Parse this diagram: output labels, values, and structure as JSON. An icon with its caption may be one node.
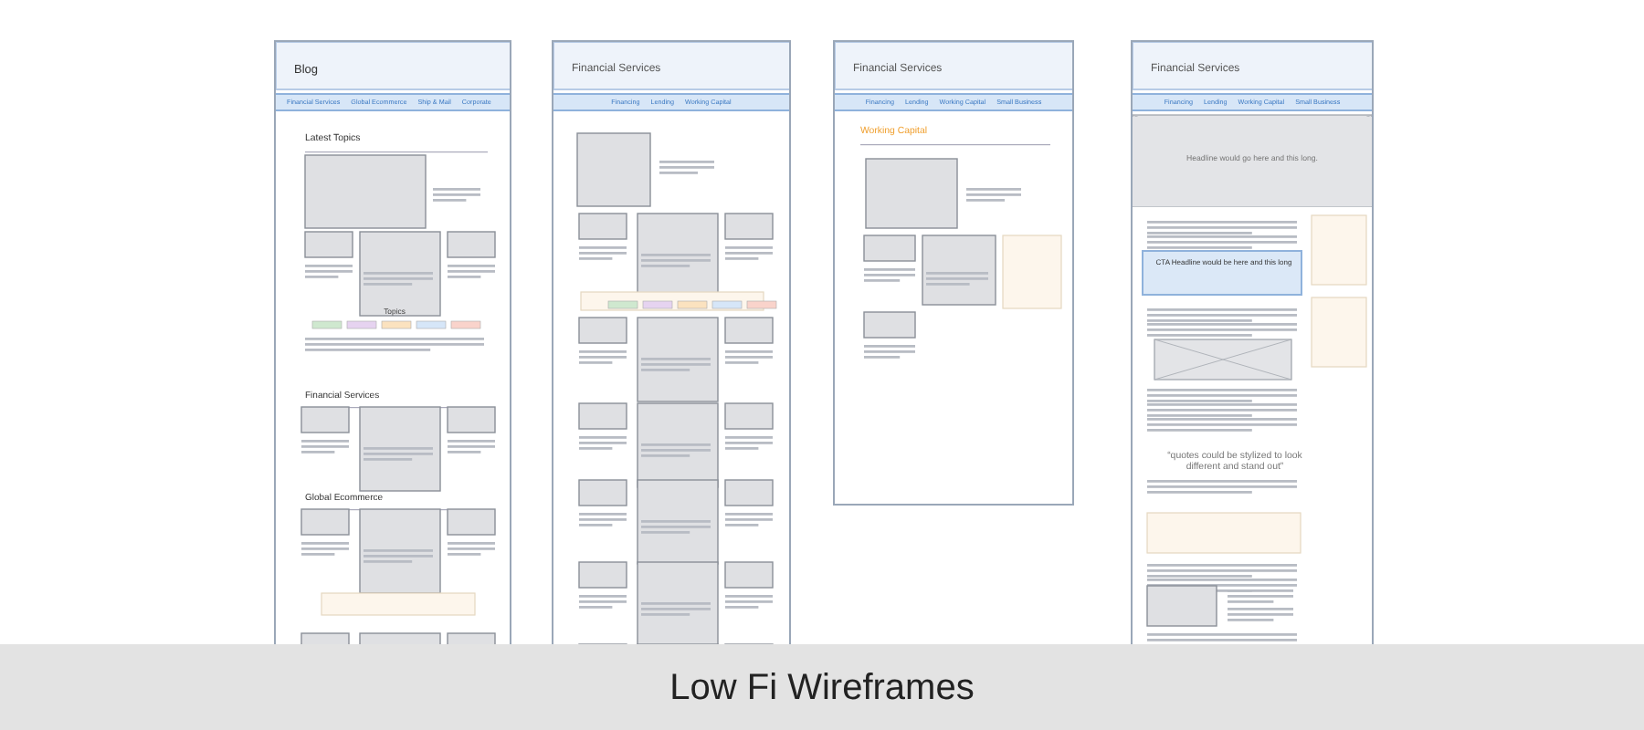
{
  "diagram": {
    "caption": "Low Fi Wireframes",
    "nodes": [
      {
        "text": [
          "Blog",
          "Latest Topics",
          "Topics",
          "Financial Services",
          "Global Ecommerce"
        ]
      },
      {
        "text": [
          "Financial Services",
          "Global Ecommerce",
          "Ship & Mail",
          "Corporate"
        ],
        "in": 0
      },
      {
        "text": [
          "Financial Services"
        ]
      },
      {
        "text": [
          "Financing",
          "Lending",
          "Working Capital"
        ],
        "in": 2
      },
      {
        "text": [
          "Financial Services",
          "Working Capital"
        ]
      },
      {
        "text": [
          "Financing",
          "Lending",
          "Working Capital",
          "Small Business"
        ],
        "in": 4
      },
      {
        "text": [
          "Financial Services",
          "“quotes could be stylized to look different and stand out”"
        ]
      },
      {
        "text": [
          "Financing",
          "Lending",
          "Working Capital",
          "Small Business"
        ],
        "in": 6
      },
      {
        "text": [
          "Headline would go here and this long."
        ],
        "in": 6
      },
      {
        "text": [
          "CTA Headline would be here and this long"
        ],
        "in": 6
      }
    ],
    "edges": []
  }
}
